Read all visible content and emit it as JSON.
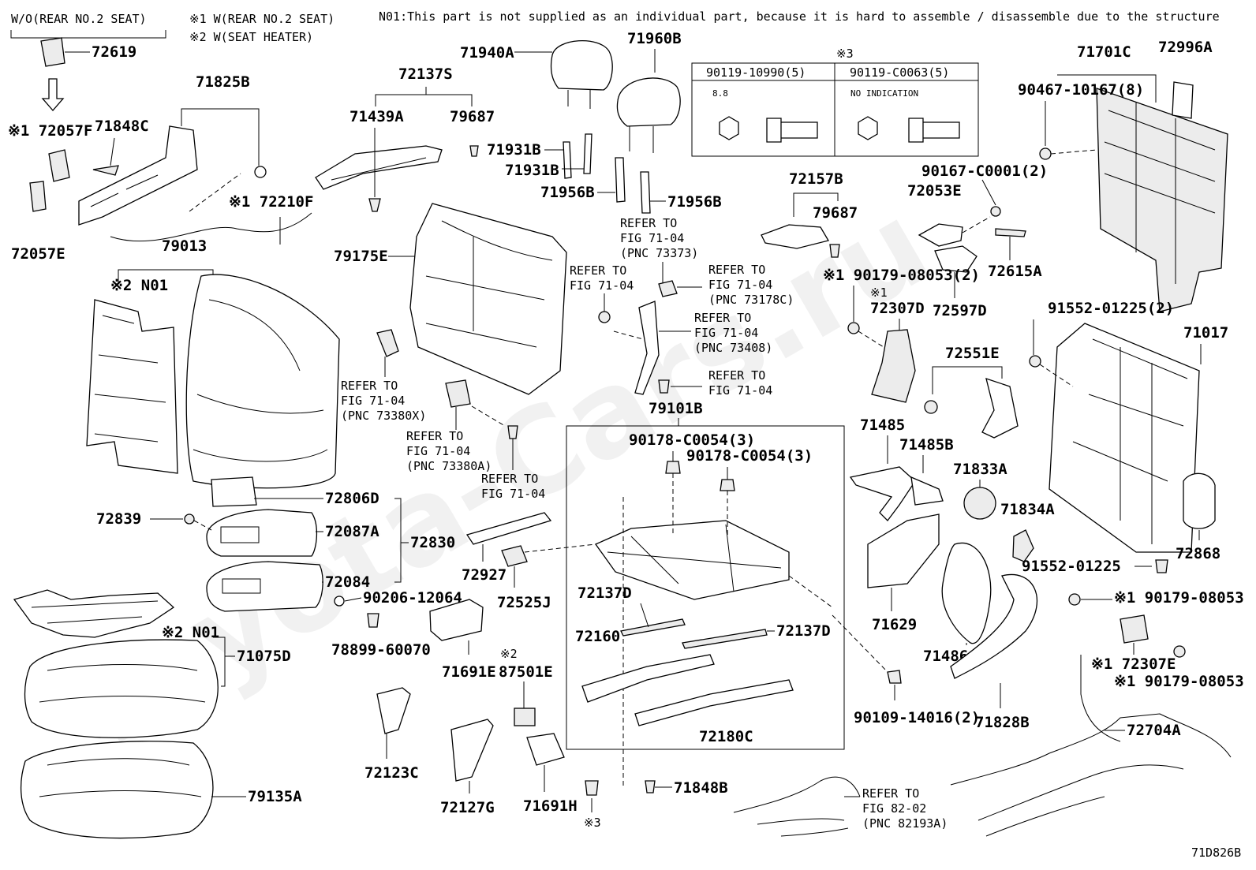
{
  "header": {
    "wo_note": "W/O(REAR NO.2 SEAT)",
    "note1": "※1 W(REAR NO.2 SEAT)",
    "note2": "※2 W(SEAT HEATER)",
    "n01_note": "N01:This part is not supplied as an individual part, because it is hard to assemble / disassemble due to the structure"
  },
  "watermark": "Toyota-Cars.ru",
  "figure_id": "71D826B",
  "bolt_table": {
    "mark": "※3",
    "col1": {
      "part": "90119-10990(5)",
      "label": "8.8"
    },
    "col2": {
      "part": "90119-C0063(5)",
      "label": "NO INDICATION"
    }
  },
  "labels": {
    "p72619": "72619",
    "p72057F": "※1 72057F",
    "p71848C": "71848C",
    "p71825B": "71825B",
    "p72057E": "72057E",
    "p72210F": "※1 72210F",
    "p79013": "79013",
    "n01a": "※2 N01",
    "p72137S": "72137S",
    "p71439A": "71439A",
    "p79687a": "79687",
    "p71940A": "71940A",
    "p71960B": "71960B",
    "p71931Ba": "71931B",
    "p71931Bb": "71931B",
    "p71956Ba": "71956B",
    "p71956Bb": "71956B",
    "p79175E": "79175E",
    "p72157B": "72157B",
    "p79687b": "79687",
    "p71701C": "71701C",
    "p72996A": "72996A",
    "p90467": "90467-10167(8)",
    "p90167": "90167-C0001(2)",
    "p72053E": "72053E",
    "p72615A": "72615A",
    "p72597D": "72597D",
    "p90179a": "※1 90179-08053(2)",
    "p72307D": "72307D",
    "p72307Dn": "※1",
    "p91552a": "91552-01225(2)",
    "p71017": "71017",
    "p72551E": "72551E",
    "p71485": "71485",
    "p71485B": "71485B",
    "p71833A": "71833A",
    "p71834A": "71834A",
    "p72868": "72868",
    "p91552b": "91552-01225",
    "p90179b": "※1 90179-08053",
    "p72307E": "※1 72307E",
    "p90179c": "※1 90179-08053",
    "p71629": "71629",
    "p71486C": "71486C",
    "p71828B": "71828B",
    "p72704A": "72704A",
    "p90109": "90109-14016(2)",
    "p79101B": "79101B",
    "p90178a": "90178-C0054(3)",
    "p90178b": "90178-C0054(3)",
    "p72137Da": "72137D",
    "p72137Db": "72137D",
    "p72160": "72160",
    "p72180C": "72180C",
    "p71848B": "71848B",
    "p71691H": "71691H",
    "p3mark": "※3",
    "p87501E": "87501E",
    "p87501En": "※2",
    "p71691E": "71691E",
    "p72127G": "72127G",
    "p72123C": "72123C",
    "p72806D": "72806D",
    "p72087A": "72087A",
    "p72830": "72830",
    "p72084": "72084",
    "p72839": "72839",
    "p90206": "90206-12064",
    "p78899": "78899-60070",
    "n01b": "※2 N01",
    "p71075D": "71075D",
    "p79135A": "79135A",
    "p72927": "72927",
    "p72525J": "72525J"
  },
  "refs": {
    "r1": [
      "REFER TO",
      "FIG 71-04",
      "(PNC 73373)"
    ],
    "r2": [
      "REFER TO",
      "FIG 71-04"
    ],
    "r3": [
      "REFER TO",
      "FIG 71-04",
      "(PNC 73178C)"
    ],
    "r4": [
      "REFER TO",
      "FIG 71-04",
      "(PNC 73408)"
    ],
    "r5": [
      "REFER TO",
      "FIG 71-04"
    ],
    "r6": [
      "REFER TO",
      "FIG 71-04",
      "(PNC 73380X)"
    ],
    "r7": [
      "REFER TO",
      "FIG 71-04",
      "(PNC 73380A)"
    ],
    "r8": [
      "REFER TO",
      "FIG 71-04"
    ],
    "r9": [
      "REFER TO",
      "FIG 82-02",
      "(PNC 82193A)"
    ]
  }
}
